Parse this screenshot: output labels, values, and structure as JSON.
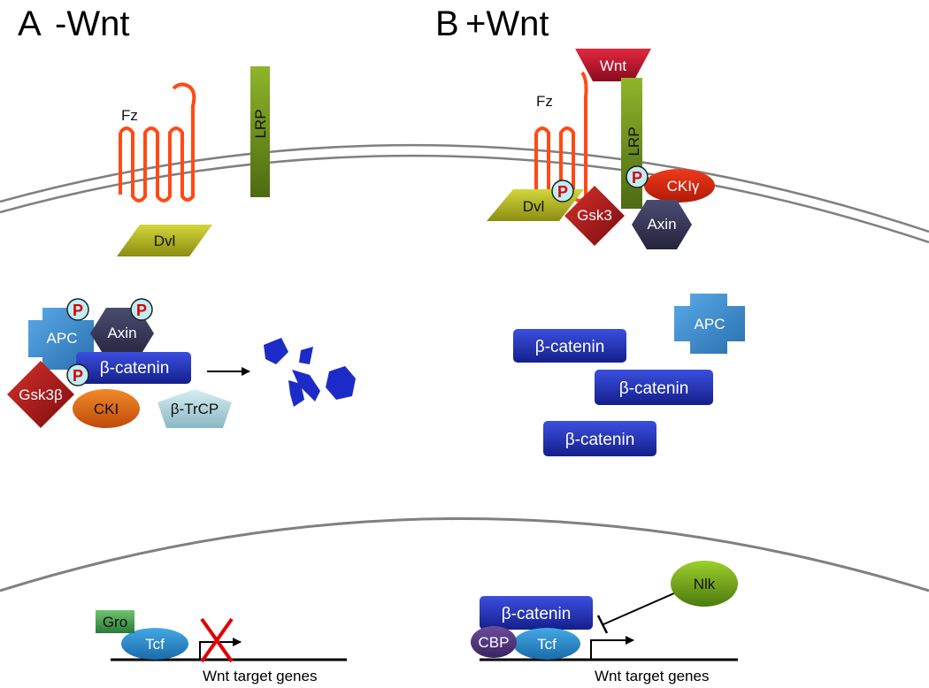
{
  "panels": {
    "a": {
      "letter": "A",
      "title": "-Wnt"
    },
    "b": {
      "letter": "B",
      "title": "+Wnt"
    }
  },
  "proteins": {
    "fz": "Fz",
    "lrp": "LRP",
    "dvl": "Dvl",
    "wnt": "Wnt",
    "gsk3": "Gsk3",
    "cki_gamma": "CKIγ",
    "axin": "Axin",
    "apc": "APC",
    "beta_catenin": "β-catenin",
    "gsk3_beta": "Gsk3β",
    "cki": "CKI",
    "beta_trcp": "β-TrCP",
    "gro": "Gro",
    "tcf": "Tcf",
    "cbp": "CBP",
    "nlk": "Nlk"
  },
  "phosphate_label": "P",
  "gene_label": "Wnt target genes",
  "colors": {
    "fz": "#ff4a14",
    "lrp": "#7a9b1e",
    "dvl": "#b5b820",
    "wnt": "#c8102e",
    "beta_catenin": "#1e2fb8",
    "apc": "#3d8fd0",
    "axin": "#3a3a5c",
    "gsk3": "#b81a1a",
    "cki": "#e86a10",
    "beta_trcp": "#bfe0e8",
    "gro": "#4caa4c",
    "tcf": "#2a8fd0",
    "cbp": "#5a3a8a",
    "nlk": "#7ab51e",
    "degraded": "#1c2bc8",
    "phospho_fill": "#bdeef5",
    "phospho_text": "#e00000",
    "block_x": "#e00000"
  }
}
